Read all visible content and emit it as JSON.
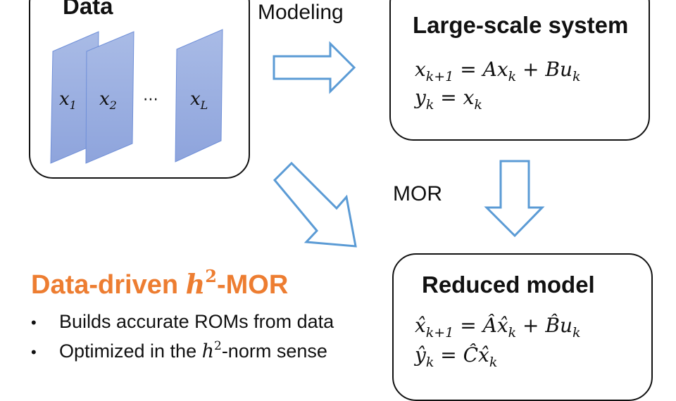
{
  "colors": {
    "accent_orange": "#ED7D31",
    "arrow_stroke": "#5B9BD5",
    "panel_fill": "#9DB0E0",
    "panel_stroke": "#6F8FD8"
  },
  "data_box": {
    "title": "Data",
    "snapshots": [
      {
        "var": "x",
        "sub": "1"
      },
      {
        "var": "x",
        "sub": "2"
      },
      {
        "var": "x",
        "sub": "L"
      }
    ],
    "ellipsis": "⋯"
  },
  "arrows": {
    "modeling_label": "Modeling",
    "mor_label": "MOR"
  },
  "large_scale": {
    "title": "Large-scale system",
    "eq1": {
      "lhs": "x",
      "lhs_sub": "k+1",
      "eq": " = ",
      "t1": "Ax",
      "t1_sub": "k",
      "plus": " + ",
      "t2": "Bu",
      "t2_sub": "k"
    },
    "eq2": {
      "lhs": "y",
      "lhs_sub": "k",
      "eq": " = ",
      "rhs": "x",
      "rhs_sub": "k"
    }
  },
  "reduced": {
    "title": "Reduced model",
    "eq1": {
      "lhs": "x̂",
      "lhs_sub": "k+1",
      "eq": " = ",
      "t1": "Âx̂",
      "t1_sub": "k",
      "plus": " + ",
      "t2": "B̂u",
      "t2_sub": "k"
    },
    "eq2": {
      "lhs": "ŷ",
      "lhs_sub": "k",
      "eq": " = ",
      "rhs": "Ĉx̂",
      "rhs_sub": "k"
    }
  },
  "summary": {
    "heading_pre": "Data-driven ",
    "heading_h": "h",
    "heading_sup": "2",
    "heading_post": "-MOR",
    "bullets": [
      {
        "dot": "•",
        "text": "Builds accurate ROMs from data"
      },
      {
        "dot": "•",
        "pre": "Optimized in the ",
        "h": "h",
        "sup": "2",
        "post": "-norm sense"
      }
    ]
  }
}
